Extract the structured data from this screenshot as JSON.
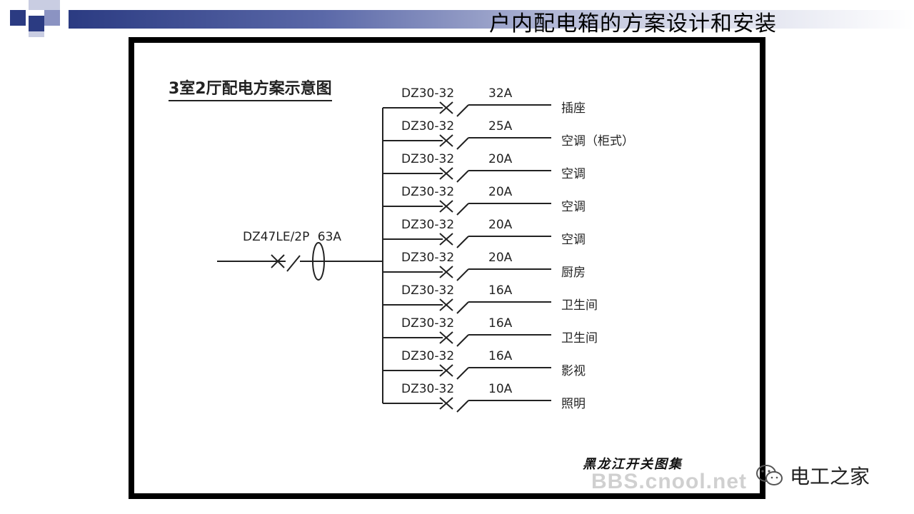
{
  "header": {
    "title": "户内配电箱的方案设计和安装"
  },
  "diagram": {
    "title": "3室2厅配电方案示意图",
    "main_breaker": {
      "model": "DZ47LE/2P",
      "rating": "63A"
    },
    "circuits": [
      {
        "model": "DZ30-32",
        "rating": "32A",
        "load": "插座"
      },
      {
        "model": "DZ30-32",
        "rating": "25A",
        "load": "空调（柜式）"
      },
      {
        "model": "DZ30-32",
        "rating": "20A",
        "load": "空调"
      },
      {
        "model": "DZ30-32",
        "rating": "20A",
        "load": "空调"
      },
      {
        "model": "DZ30-32",
        "rating": "20A",
        "load": "空调"
      },
      {
        "model": "DZ30-32",
        "rating": "20A",
        "load": "厨房"
      },
      {
        "model": "DZ30-32",
        "rating": "16A",
        "load": "卫生间"
      },
      {
        "model": "DZ30-32",
        "rating": "16A",
        "load": "卫生间"
      },
      {
        "model": "DZ30-32",
        "rating": "16A",
        "load": "影视"
      },
      {
        "model": "DZ30-32",
        "rating": "10A",
        "load": "照明"
      }
    ],
    "watermark": "黑龙江开关图集",
    "site_watermark": "BBS.cnool.net"
  },
  "brand": {
    "name": "电工之家",
    "icon": "wechat-icon"
  }
}
